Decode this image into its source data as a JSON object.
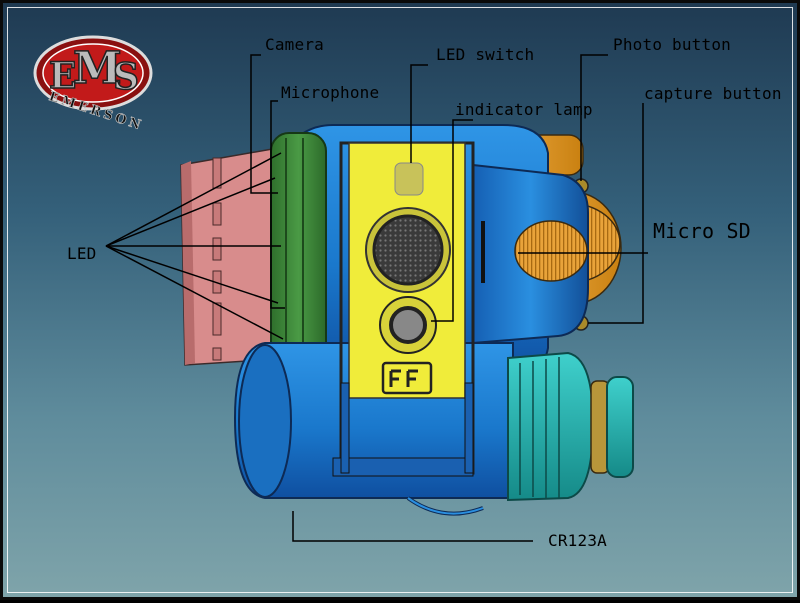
{
  "logo": {
    "monogram": "EMS",
    "wordmark": "EMERSON"
  },
  "labels": {
    "camera": "Camera",
    "microphone": "Microphone",
    "led": "LED",
    "led_switch": "LED switch",
    "indicator_lamp": "indicator lamp",
    "photo_button": "Photo button",
    "capture_button": "capture button",
    "micro_sd": "Micro SD",
    "battery": "CR123A"
  },
  "colors": {
    "body_blue": "#1d7fd6",
    "face_yellow": "#f2ee3a",
    "trim_green": "#3c8a3a",
    "led_panel_pink": "#d98a8a",
    "cap_cyan": "#25b3b0",
    "mount_orange": "#e8a020",
    "lens_gold": "#c9a44a",
    "leader_line": "#000000"
  }
}
